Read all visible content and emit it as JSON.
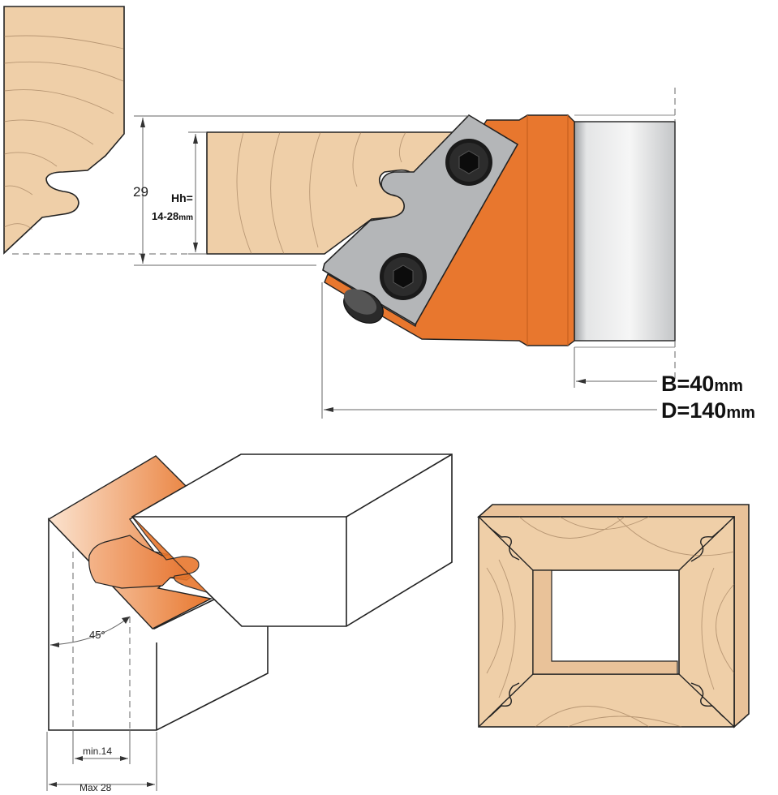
{
  "labels": {
    "thickness": "29",
    "hh_line1": "Hh=",
    "hh_value": "14-28",
    "hh_unit": "mm",
    "b_value": "B=40",
    "b_unit": "mm",
    "d_value": "D=140",
    "d_unit": "mm",
    "angle": "45°",
    "min_width": "min.14",
    "max_width": "Max 28"
  },
  "colors": {
    "wood": "#efcfa8",
    "wood_light": "#f6e0c2",
    "cutter_orange": "#e8772e",
    "cutter_orange_dark": "#c8601f",
    "knife_gray": "#b4b6b8",
    "bore_gray": "#d8d9db",
    "screw_black": "#1a1a1a"
  },
  "icons": {
    "screw_upper": "hex-socket-screw-icon",
    "screw_lower": "hex-socket-screw-icon",
    "bearing": "bearing-icon"
  }
}
